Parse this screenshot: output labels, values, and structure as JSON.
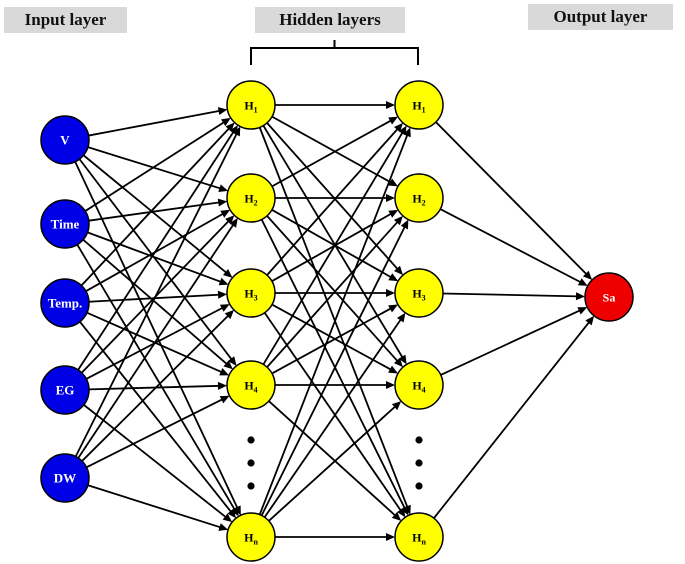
{
  "headers": {
    "input": "Input layer",
    "hidden": "Hidden layers",
    "output": "Output layer"
  },
  "layers": {
    "input": {
      "color": "#0000e6",
      "text_color": "#ffffff",
      "nodes": [
        {
          "label": "V"
        },
        {
          "label": "Time"
        },
        {
          "label": "Temp."
        },
        {
          "label": "EG"
        },
        {
          "label": "DW"
        }
      ]
    },
    "hidden1": {
      "color": "#ffff00",
      "text_color": "#000000",
      "nodes": [
        {
          "label": "H",
          "sub": "1"
        },
        {
          "label": "H",
          "sub": "2"
        },
        {
          "label": "H",
          "sub": "3"
        },
        {
          "label": "H",
          "sub": "4"
        },
        {
          "label": "H",
          "sub": "n"
        }
      ]
    },
    "hidden2": {
      "color": "#ffff00",
      "text_color": "#000000",
      "nodes": [
        {
          "label": "H",
          "sub": "1"
        },
        {
          "label": "H",
          "sub": "2"
        },
        {
          "label": "H",
          "sub": "3"
        },
        {
          "label": "H",
          "sub": "4"
        },
        {
          "label": "H",
          "sub": "n"
        }
      ]
    },
    "output": {
      "color": "#ee0000",
      "text_color": "#ffffff",
      "nodes": [
        {
          "label": "Sa"
        }
      ]
    }
  },
  "ellipsis_dots": 3,
  "connections": "fully-connected"
}
